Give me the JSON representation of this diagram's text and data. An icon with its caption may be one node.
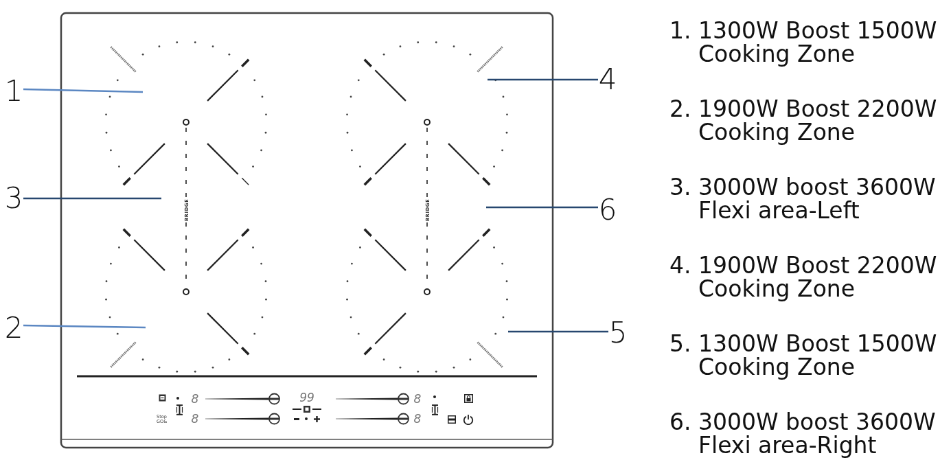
{
  "diagram": {
    "nodes": [
      {
        "text": [
          "1"
        ]
      },
      {
        "text": [
          "3"
        ]
      },
      {
        "text": [
          "2"
        ]
      },
      {
        "text": [
          "4"
        ]
      },
      {
        "text": [
          "6"
        ]
      },
      {
        "text": [
          "5"
        ]
      }
    ],
    "edges": [
      {
        "from": 0,
        "to": null,
        "arrow": "none",
        "color": "#5b87c2"
      },
      {
        "from": 1,
        "to": null,
        "arrow": "none"
      },
      {
        "from": 2,
        "to": null,
        "arrow": "none",
        "color": "#5b87c2"
      },
      {
        "from": 3,
        "to": null,
        "arrow": "none"
      },
      {
        "from": 4,
        "to": null,
        "arrow": "none"
      },
      {
        "from": 5,
        "to": null,
        "arrow": "none"
      }
    ],
    "labels": [
      "BRIDGE",
      "BRIDGE",
      "8",
      "99",
      "8",
      "Stop GO&",
      "8",
      "8",
      "1. 1300W Boost 1500W Cooking Zone",
      "2. 1900W Boost 2200W Cooking Zone",
      "3. 3000W boost 3600W Flexi area-Left",
      "4. 1900W Boost 2200W Cooking Zone",
      "5. 1300W Boost 1500W Cooking Zone",
      "6. 3000W boost 3600W Flexi area-Right"
    ]
  }
}
